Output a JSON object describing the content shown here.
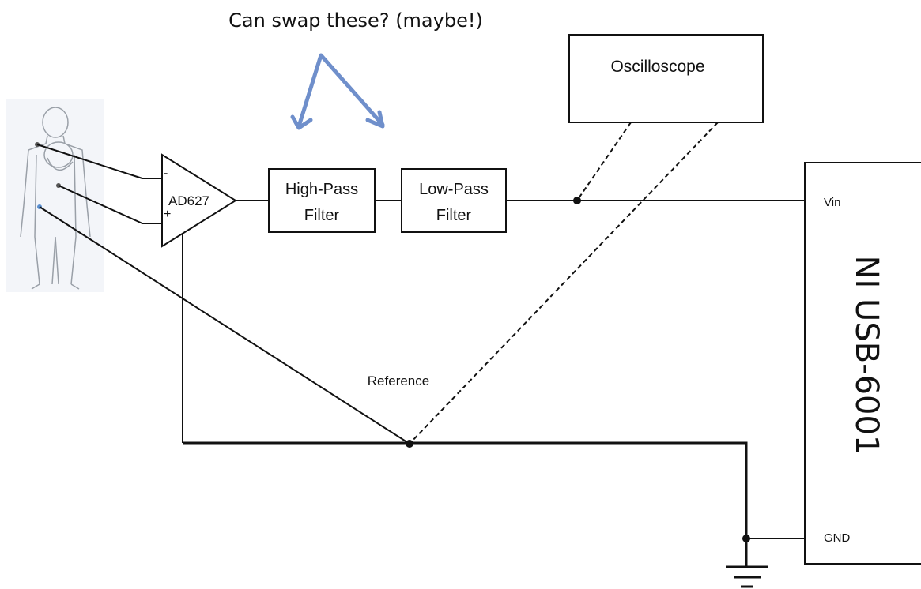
{
  "annotation": {
    "text": "Can swap these? (maybe!)"
  },
  "amplifier": {
    "label": "AD627",
    "minus": "-",
    "plus": "+"
  },
  "filters": [
    {
      "line1": "High-Pass",
      "line2": "Filter"
    },
    {
      "line1": "Low-Pass",
      "line2": "Filter"
    }
  ],
  "oscilloscope": {
    "label": "Oscilloscope"
  },
  "daq": {
    "label": "NI USB-6001",
    "vin": "Vin",
    "gnd": "GND"
  },
  "reference": {
    "label": "Reference"
  },
  "colors": {
    "arrow": "#6f8fcb",
    "line": "#111111",
    "body_bg": "#f3f5f9",
    "body_outline": "#9aa0a8"
  },
  "icons": {
    "body": "human-body-figure-icon",
    "ground": "ground-symbol-icon",
    "arrows": "double-arrow-icon"
  }
}
